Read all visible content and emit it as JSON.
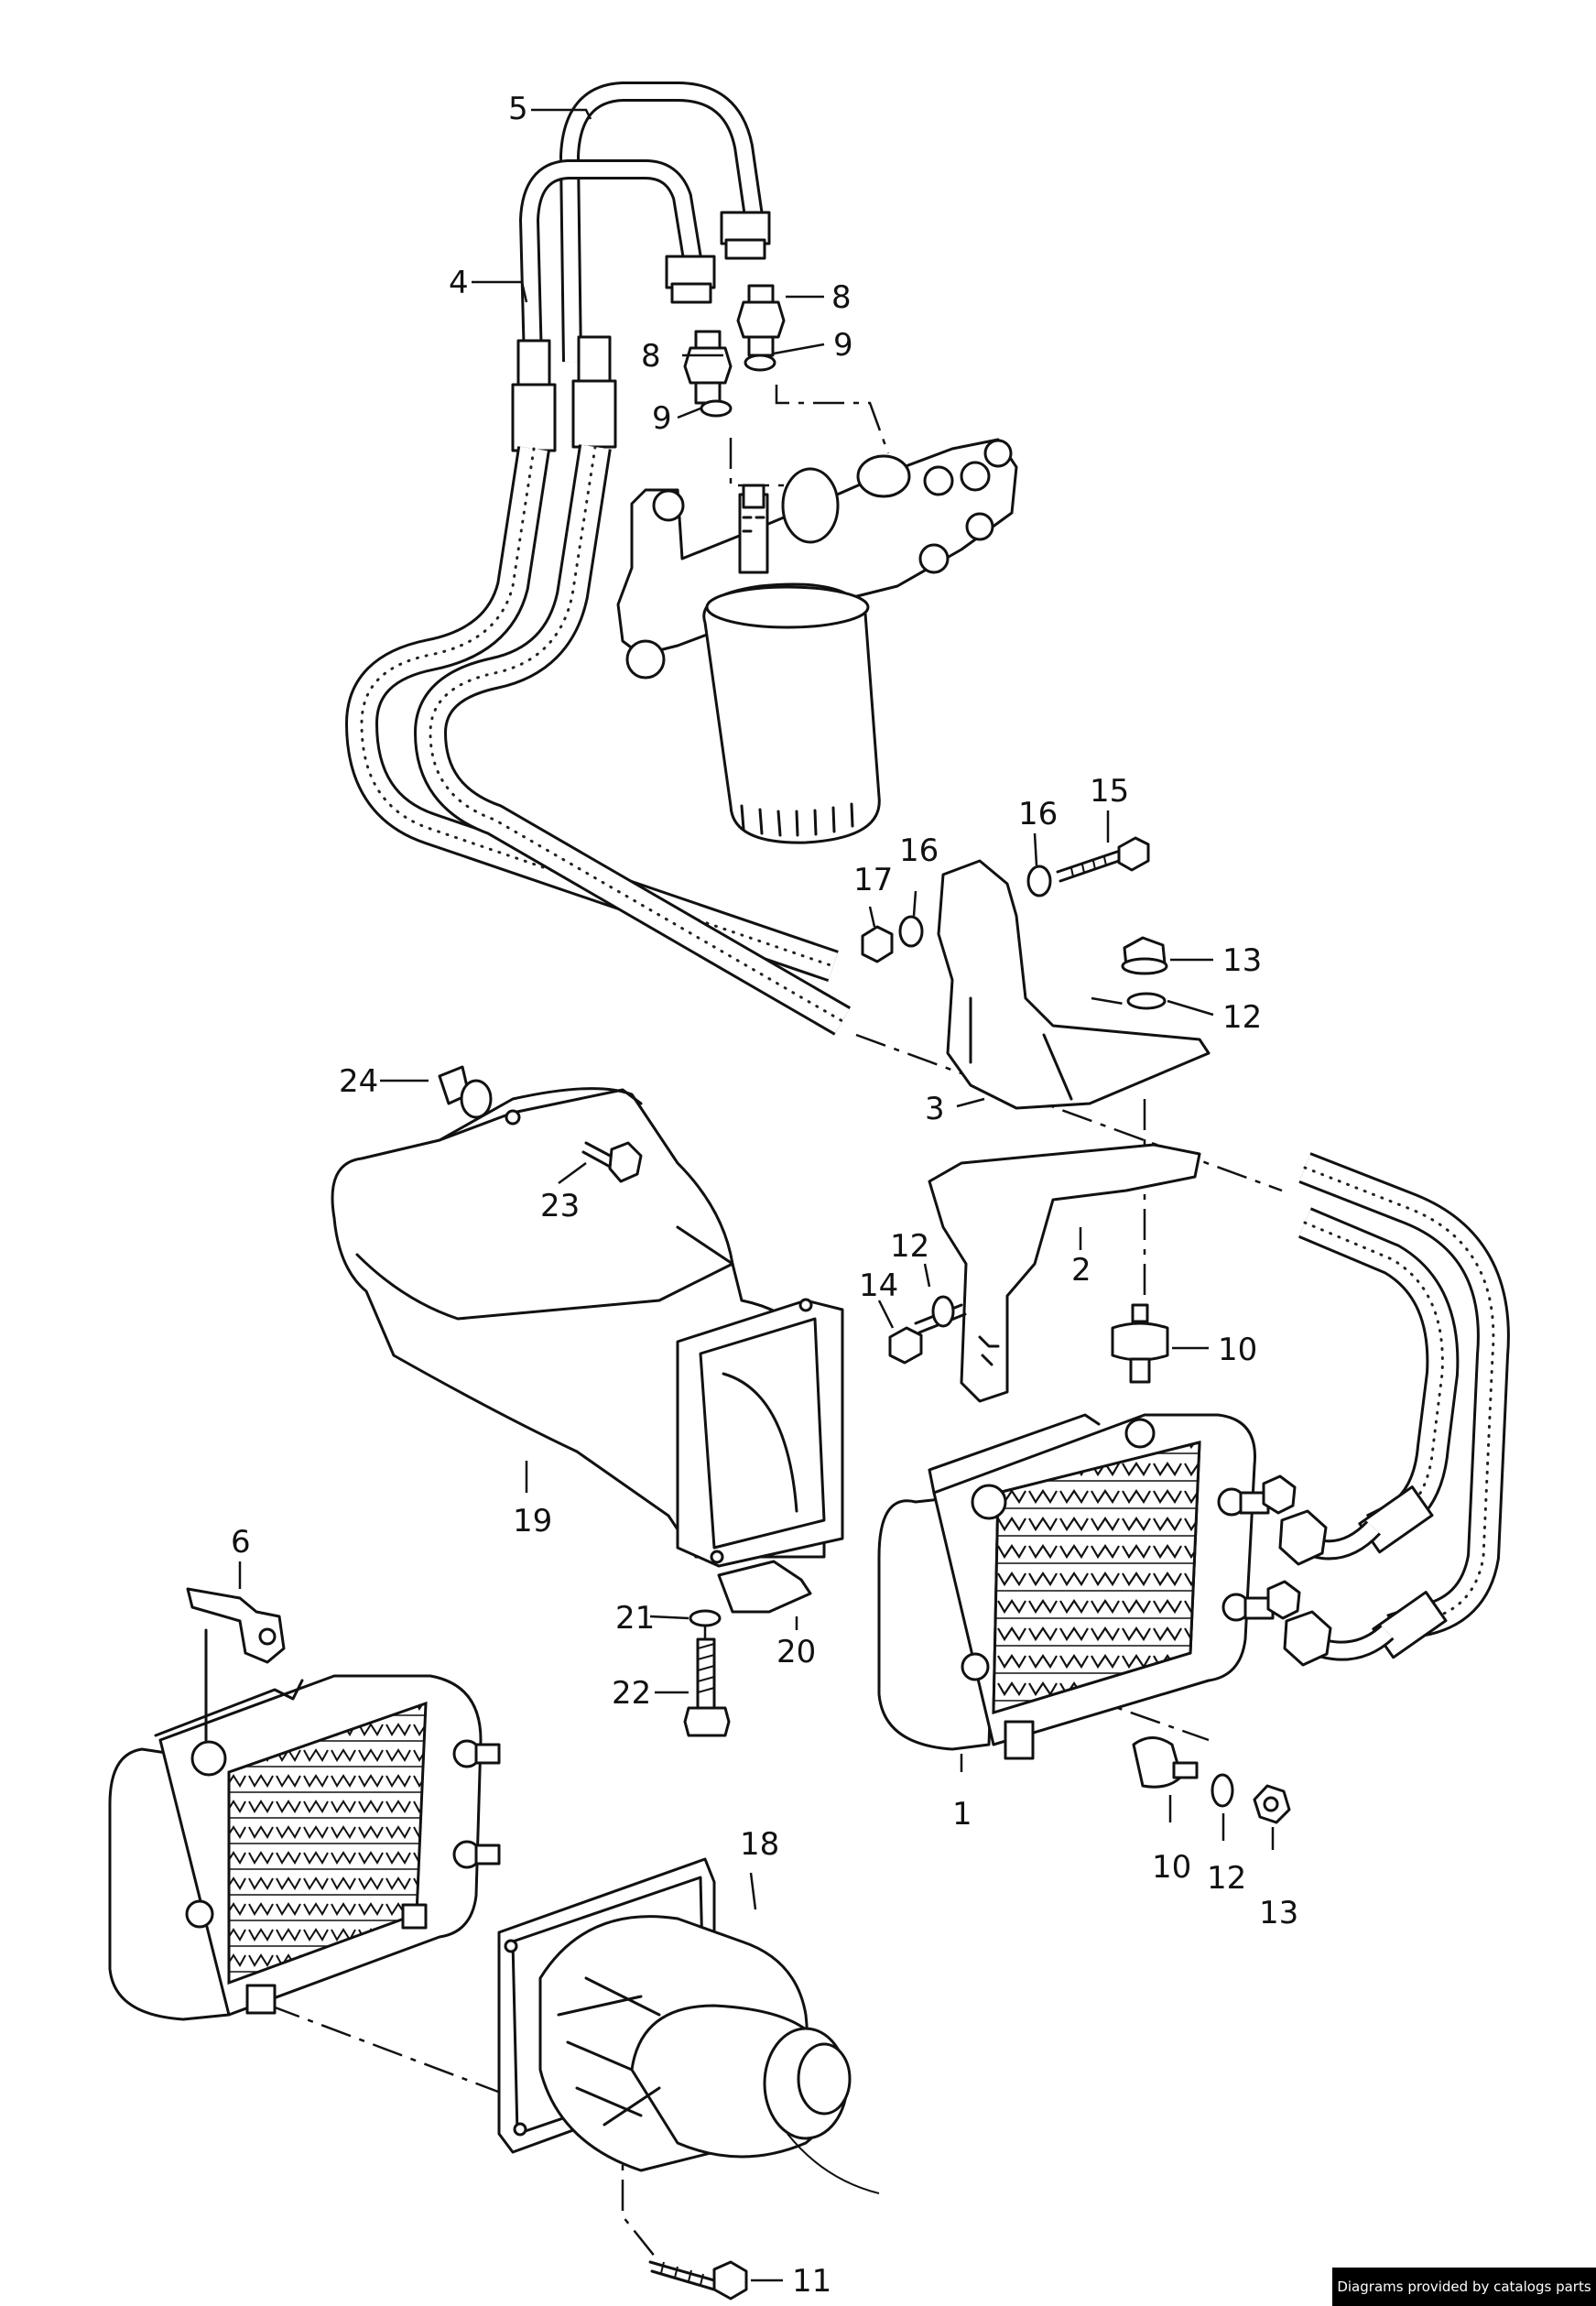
{
  "part_numbers": {
    "p1": "1",
    "p2": "2",
    "p3": "3",
    "p4": "4",
    "p5": "5",
    "p6": "6",
    "p8": "8",
    "p9": "9",
    "p10": "10",
    "p11": "11",
    "p12": "12",
    "p13": "13",
    "p14": "14",
    "p15": "15",
    "p16": "16",
    "p17": "17",
    "p18": "18",
    "p19": "19",
    "p20": "20",
    "p21": "21",
    "p22": "22",
    "p23": "23",
    "p24": "24"
  },
  "credit": "Diagrams provided by catalogs parts"
}
